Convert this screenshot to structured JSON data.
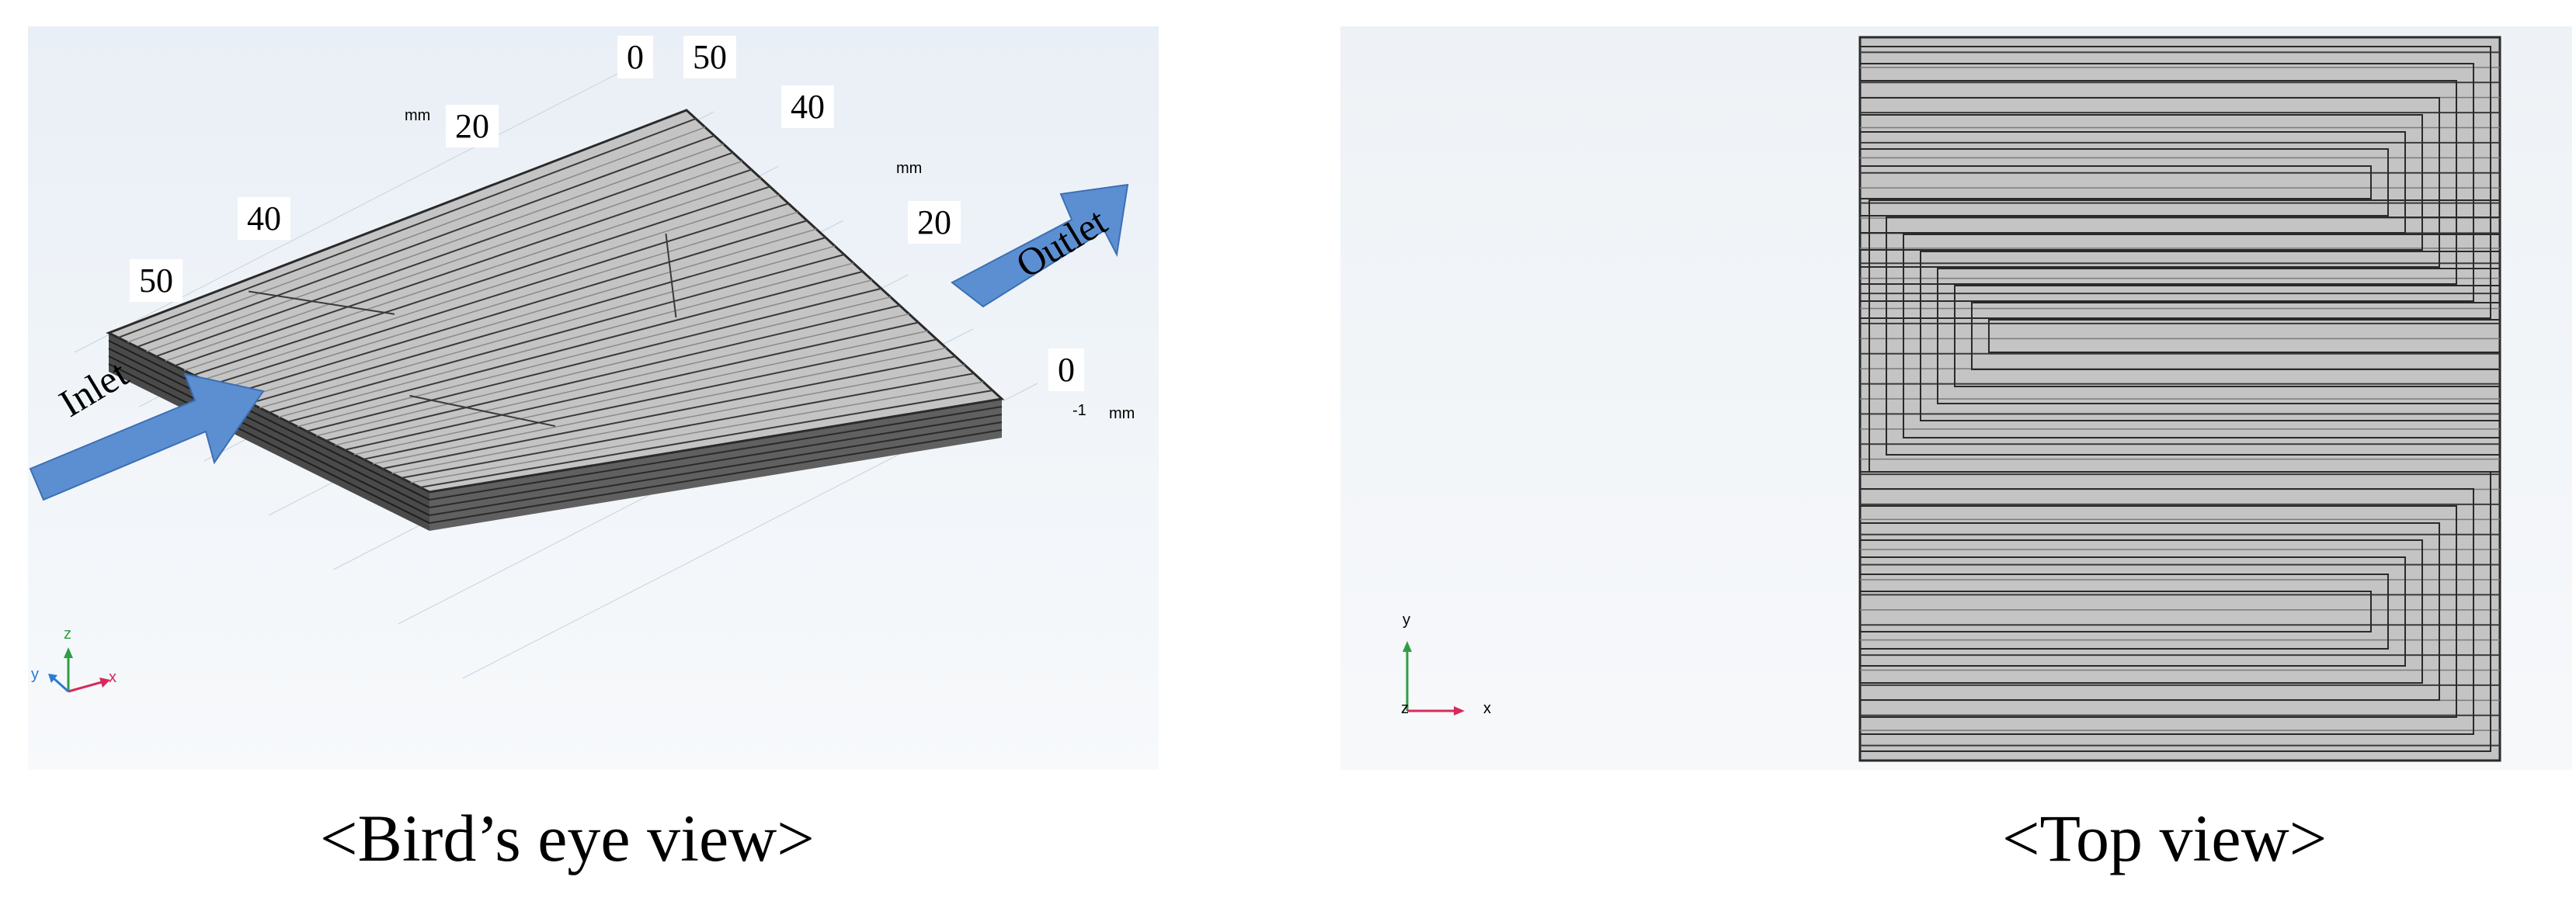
{
  "panels": {
    "birds_eye": {
      "axis_ticks": {
        "top_left_axis": [
          "0",
          "20",
          "40",
          "50"
        ],
        "top_right_axis": [
          "50",
          "40",
          "20",
          "0"
        ],
        "vertical_axis": [
          "-1"
        ]
      },
      "units": [
        "mm",
        "mm",
        "mm"
      ],
      "flow_labels": {
        "inlet": "Inlet",
        "outlet": "Outlet"
      },
      "triad": {
        "z": "z",
        "y": "y",
        "x": "x"
      },
      "caption": "<Bird’s eye view>"
    },
    "top": {
      "triad": {
        "z": "z",
        "y": "y",
        "x": "x"
      },
      "caption": "<Top view>"
    }
  },
  "colors": {
    "flow_arrow": "#5b8fd1",
    "plate": "#c4c4c4",
    "groove_line": "#3a3a3a",
    "background": "#eef2f6"
  }
}
